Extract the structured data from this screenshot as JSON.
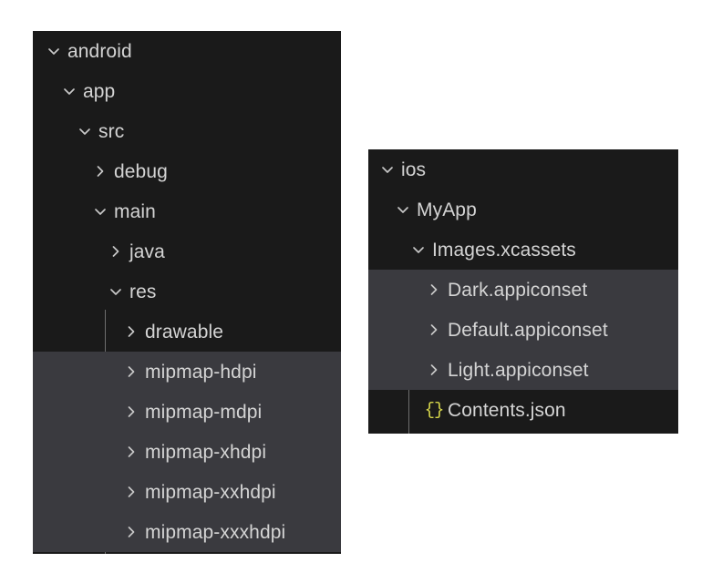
{
  "theme": {
    "page_background": "#ffffff",
    "panel_background": "#1a1a1a",
    "row_selected_background": "#3a3a3f",
    "text_color": "#d4d4d4",
    "chevron_color": "#c8c8c8",
    "json_icon_color": "#d3d34a",
    "indent_guide_color": "#6e6e6e"
  },
  "panels": [
    {
      "name": "android-tree",
      "rows": [
        {
          "label": "android",
          "depth": 0,
          "icon": "chevron-down-icon",
          "expanded": true,
          "selected": false
        },
        {
          "label": "app",
          "depth": 1,
          "icon": "chevron-down-icon",
          "expanded": true,
          "selected": false
        },
        {
          "label": "src",
          "depth": 2,
          "icon": "chevron-down-icon",
          "expanded": true,
          "selected": false
        },
        {
          "label": "debug",
          "depth": 3,
          "icon": "chevron-right-icon",
          "expanded": false,
          "selected": false
        },
        {
          "label": "main",
          "depth": 3,
          "icon": "chevron-down-icon",
          "expanded": true,
          "selected": false
        },
        {
          "label": "java",
          "depth": 4,
          "icon": "chevron-right-icon",
          "expanded": false,
          "selected": false
        },
        {
          "label": "res",
          "depth": 4,
          "icon": "chevron-down-icon",
          "expanded": true,
          "selected": false
        },
        {
          "label": "drawable",
          "depth": 5,
          "icon": "chevron-right-icon",
          "expanded": false,
          "selected": false
        },
        {
          "label": "mipmap-hdpi",
          "depth": 5,
          "icon": "chevron-right-icon",
          "expanded": false,
          "selected": true
        },
        {
          "label": "mipmap-mdpi",
          "depth": 5,
          "icon": "chevron-right-icon",
          "expanded": false,
          "selected": true
        },
        {
          "label": "mipmap-xhdpi",
          "depth": 5,
          "icon": "chevron-right-icon",
          "expanded": false,
          "selected": true
        },
        {
          "label": "mipmap-xxhdpi",
          "depth": 5,
          "icon": "chevron-right-icon",
          "expanded": false,
          "selected": true
        },
        {
          "label": "mipmap-xxxhdpi",
          "depth": 5,
          "icon": "chevron-right-icon",
          "expanded": false,
          "selected": true
        }
      ]
    },
    {
      "name": "ios-tree",
      "rows": [
        {
          "label": "ios",
          "depth": 0,
          "icon": "chevron-down-icon",
          "expanded": true,
          "selected": false
        },
        {
          "label": "MyApp",
          "depth": 1,
          "icon": "chevron-down-icon",
          "expanded": true,
          "selected": false
        },
        {
          "label": "Images.xcassets",
          "depth": 2,
          "icon": "chevron-down-icon",
          "expanded": true,
          "selected": false
        },
        {
          "label": "Dark.appiconset",
          "depth": 3,
          "icon": "chevron-right-icon",
          "expanded": false,
          "selected": true
        },
        {
          "label": "Default.appiconset",
          "depth": 3,
          "icon": "chevron-right-icon",
          "expanded": false,
          "selected": true
        },
        {
          "label": "Light.appiconset",
          "depth": 3,
          "icon": "chevron-right-icon",
          "expanded": false,
          "selected": true
        },
        {
          "label": "Contents.json",
          "depth": 3,
          "icon": "json-braces-icon",
          "expanded": null,
          "selected": false
        }
      ]
    }
  ]
}
